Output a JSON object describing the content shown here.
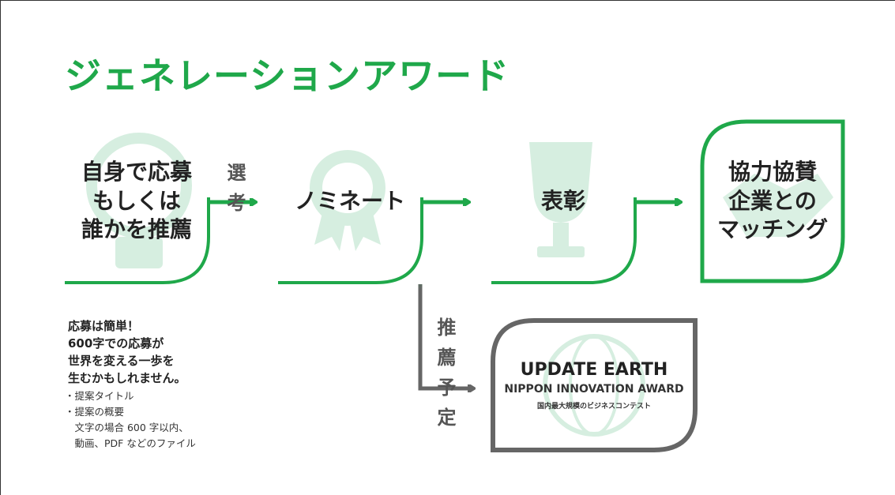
{
  "title": "ジェネレーションアワード",
  "steps": [
    {
      "label": "自身で応募\nもしくは\n誰かを推薦",
      "icon": "lightbulb-icon"
    },
    {
      "label": "ノミネート",
      "icon": "ribbon-badge-icon"
    },
    {
      "label": "表彰",
      "icon": "trophy-icon"
    },
    {
      "label": "協力協賛\n企業との\nマッチング",
      "icon": "handshake-icon"
    }
  ],
  "arrow_labels": {
    "selection": "選考",
    "recommendation": "推薦予定"
  },
  "notes": {
    "main": "応募は簡単！\n600字での応募が\n世界を変える一歩を\n生むかもしれません。",
    "items": [
      "・提案タイトル",
      "・提案の概要",
      "　文字の場合 600 字以内、",
      "　動画、PDF などのファイル"
    ]
  },
  "contest": {
    "title": "UPDATE EARTH",
    "subtitle": "NIPPON INNOVATION AWARD",
    "tagline": "国内最大規模のビジネスコンテスト",
    "icon": "globe-icon"
  },
  "colors": {
    "accent": "#1fa84a",
    "accent_light": "#d6eee0",
    "gray": "#666666"
  }
}
